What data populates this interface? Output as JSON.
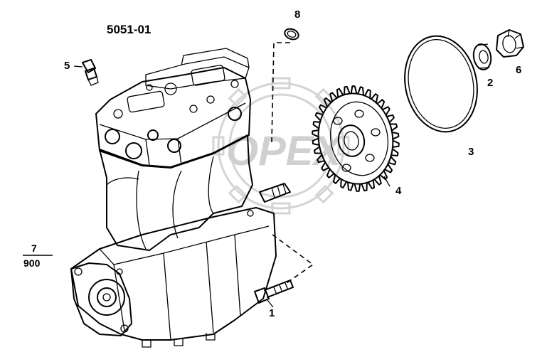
{
  "diagram": {
    "title": "5051-01",
    "watermark": "OPEX",
    "fraction": {
      "numerator": "7",
      "denominator": "900"
    },
    "callouts": [
      {
        "id": "1",
        "part": "bolt"
      },
      {
        "id": "2",
        "part": "washer"
      },
      {
        "id": "3",
        "part": "o-ring"
      },
      {
        "id": "4",
        "part": "gear"
      },
      {
        "id": "5",
        "part": "fitting"
      },
      {
        "id": "6",
        "part": "nut"
      },
      {
        "id": "8",
        "part": "ring"
      }
    ]
  }
}
